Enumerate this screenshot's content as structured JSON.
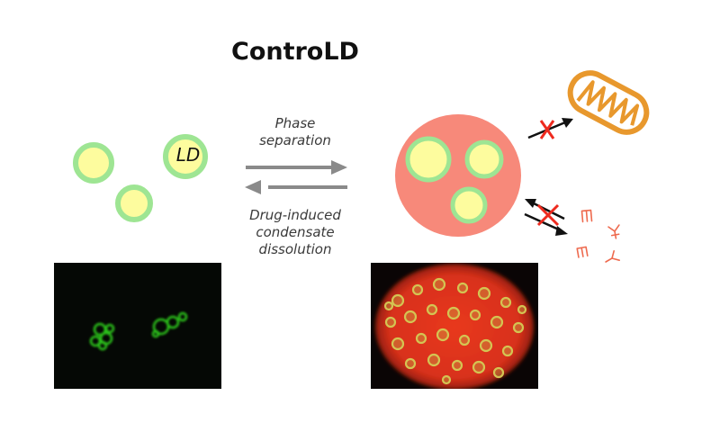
{
  "title": "ControLD",
  "ld_label": "LD",
  "forward_label": [
    "Phase",
    "separation"
  ],
  "reverse_label": [
    "Drug-induced",
    "condensate",
    "dissolution"
  ],
  "colors": {
    "droplet_fill": "#fdfc9e",
    "droplet_rim": "#9ee593",
    "condensate": "#f7897a",
    "mitochondrion": "#e8982d",
    "arrow_gray": "#8a8a8a",
    "block_cross": "#ee2a1e",
    "micro_green": "#2fd21c",
    "micro_red": "#e0331a"
  }
}
